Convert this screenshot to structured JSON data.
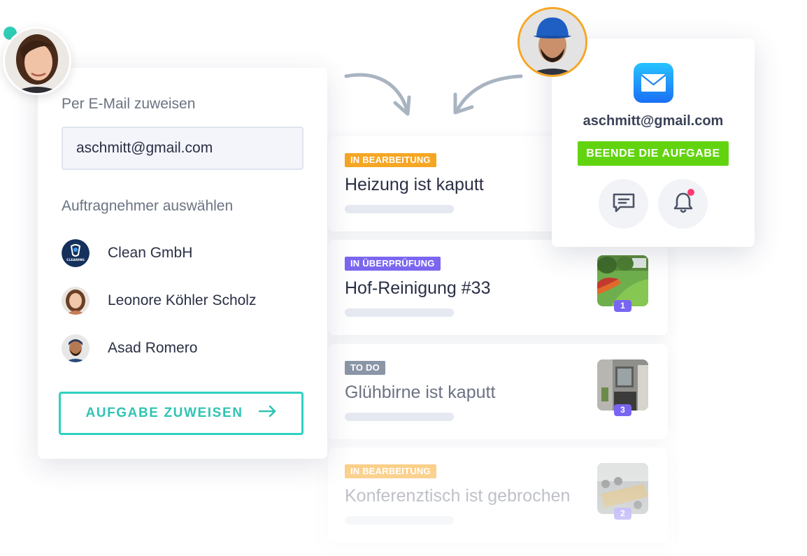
{
  "assign_panel": {
    "email_label": "Per E-Mail zuweisen",
    "email_value": "aschmitt@gmail.com",
    "contractor_label": "Auftragnehmer auswählen",
    "assignees": [
      {
        "name": "Clean GmbH",
        "logo_text": "CLEANING"
      },
      {
        "name": "Leonore Köhler Scholz"
      },
      {
        "name": "Asad Romero"
      }
    ],
    "assign_button_label": "AUFGABE ZUWEISEN"
  },
  "tasks": [
    {
      "status": "IN BEARBEITUNG",
      "status_color": "#f5a623",
      "title": "Heizung ist kaputt"
    },
    {
      "status": "IN ÜBERPRÜFUNG",
      "status_color": "#7b66f0",
      "title": "Hof-Reinigung #33",
      "photo_count": "1"
    },
    {
      "status": "TO DO",
      "status_color": "#8a96a6",
      "title": "Glühbirne ist kaputt",
      "photo_count": "3"
    },
    {
      "status": "IN BEARBEITUNG",
      "status_color": "#f5a623",
      "title": "Konferenztisch ist gebrochen",
      "photo_count": "2"
    }
  ],
  "email_popup": {
    "email": "aschmitt@gmail.com",
    "finish_button_label": "BEENDE DIE AUFGABE",
    "accent_color": "#62d40f"
  },
  "colors": {
    "teal_accent": "#2fd1bf",
    "avatar_ring": "#f6a623",
    "notification": "#ff3b6f"
  }
}
